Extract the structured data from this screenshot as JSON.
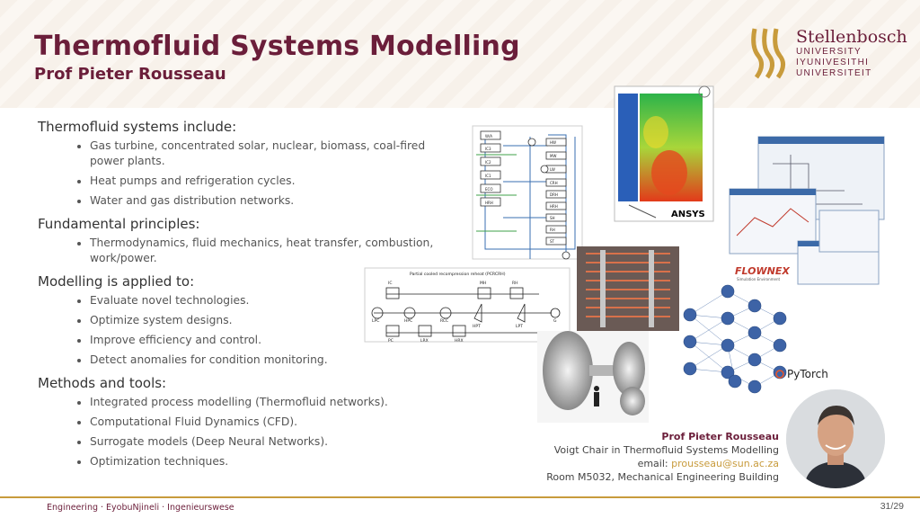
{
  "header": {
    "title": "Thermofluid Systems Modelling",
    "subtitle": "Prof Pieter Rousseau"
  },
  "logo": {
    "name": "Stellenbosch",
    "line1": "UNIVERSITY",
    "line2": "IYUNIVESITHI",
    "line3": "UNIVERSITEIT"
  },
  "sections": [
    {
      "heading": "Thermofluid systems include:",
      "items": [
        "Gas turbine, concentrated solar, nuclear, biomass, coal-fired power plants.",
        "Heat pumps and refrigeration cycles.",
        "Water and gas distribution networks."
      ]
    },
    {
      "heading": "Fundamental principles:",
      "items": [
        "Thermodynamics, fluid mechanics, heat transfer, combustion, work/power."
      ]
    },
    {
      "heading": "Modelling is applied to:",
      "items": [
        "Evaluate novel technologies.",
        "Optimize system designs.",
        "Improve efficiency and control.",
        "Detect anomalies for condition monitoring."
      ]
    },
    {
      "heading": "Methods and tools:",
      "items": [
        "Integrated process modelling (Thermofluid networks).",
        "Computational Fluid Dynamics (CFD).",
        "Surrogate models (Deep Neural Networks).",
        "Optimization techniques."
      ]
    }
  ],
  "images": {
    "ansys_label": "ANSYS",
    "flownex_label": "FLOWNEX",
    "flownex_sub": "Simulation Environment",
    "pytorch_label": "PyTorch",
    "cycle_caption": "Partial cooled recompression reheat (PCRCRH)",
    "cycle_labels": [
      "IC",
      "MH",
      "RH",
      "LPC",
      "HPC",
      "RCC",
      "HPT",
      "LPT",
      "G",
      "PC",
      "LRX",
      "HRX"
    ],
    "network_labels": [
      "W/A",
      "IC3",
      "IC2",
      "IC1",
      "ECO",
      "HRH",
      "HW",
      "MW",
      "LW",
      "CRH",
      "DRH",
      "HRH",
      "SH",
      "RH",
      "ST"
    ]
  },
  "contact": {
    "name": "Prof Pieter Rousseau",
    "position": "Voigt Chair in Thermofluid Systems Modelling",
    "email_label": "email: ",
    "email": "prousseau@sun.ac.za",
    "room": "Room M5032, Mechanical Engineering Building"
  },
  "footer": {
    "text": "Engineering · EyobuNjineli · Ingenieurswese",
    "page": "31/29"
  },
  "colors": {
    "maroon": "#6b1e3a",
    "gold": "#c89b3c"
  }
}
